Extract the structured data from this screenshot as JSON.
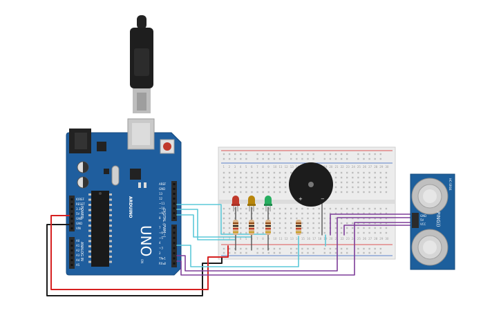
{
  "arduino": {
    "logo_text": "UNO",
    "brand_text": "ARDUINO",
    "digital_label": "DIGITAL (PWM~)",
    "analog_label": "ANALOG IN",
    "power_label": "POWER",
    "on_label": "ON",
    "aref_label": "AREF",
    "gnd_label": "GND",
    "ioref_label": "IOREF",
    "reset_label": "RESET",
    "tx_label": "TX",
    "rx_label": "RX",
    "power_pins": [
      "IOREF",
      "RESET",
      "3.3V",
      "5V",
      "GND",
      "GND",
      "VIN"
    ],
    "analog_pins": [
      "A0",
      "A1",
      "A2",
      "A3",
      "A4",
      "A5"
    ],
    "digital_pins_top": [
      "AREF",
      "GND",
      "13",
      "12",
      "~11",
      "~10",
      "~9",
      "8"
    ],
    "digital_pins_bottom": [
      "7",
      "~6",
      "~5",
      "4",
      "~3",
      "2",
      "TX▸1",
      "RX◂0"
    ]
  },
  "breadboard": {
    "plus_label": "+",
    "minus_label": "−",
    "column_numbers": [
      "1",
      "2",
      "3",
      "4",
      "5",
      "6",
      "7",
      "8",
      "9",
      "10",
      "11",
      "12",
      "13",
      "14",
      "15",
      "16",
      "17",
      "18",
      "19",
      "20",
      "21",
      "22",
      "23",
      "24",
      "25",
      "26",
      "27",
      "28",
      "29",
      "30"
    ]
  },
  "buzzer": {
    "plus_label": "+",
    "minus_label": "−"
  },
  "sensor": {
    "model_text": "HC-SR04",
    "pin_labels": [
      "GND",
      "5V",
      "VCC"
    ],
    "part_text": "PING))"
  },
  "leds": [
    {
      "color_name": "red",
      "hex": "#c0392b"
    },
    {
      "color_name": "amber",
      "hex": "#b8860b"
    },
    {
      "color_name": "green",
      "hex": "#27ae60"
    }
  ],
  "colors": {
    "board": "#1f5e9e",
    "wire_cyan": "#5bc8d8",
    "wire_purple": "#7d3c98",
    "wire_red": "#d62020",
    "wire_black": "#1a1a1a",
    "sensor_board": "#1d5f9c"
  }
}
